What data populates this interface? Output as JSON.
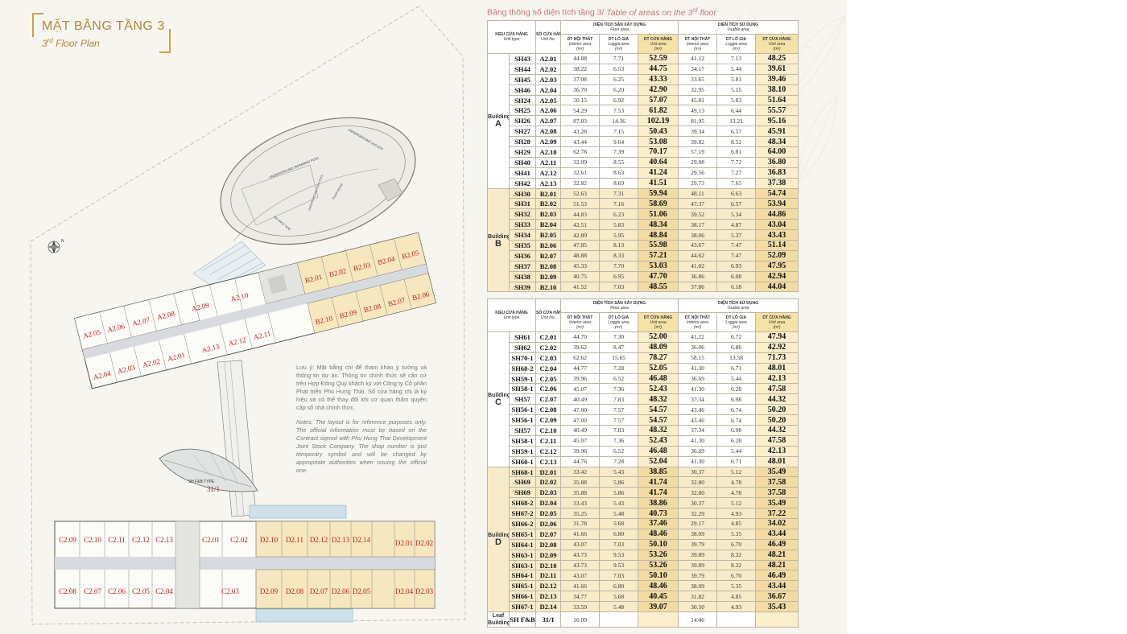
{
  "title": {
    "main": "MẶT BẰNG TẦNG 3",
    "sub_ordinal": "3",
    "sub_sup": "rd",
    "sub_rest": " Floor Plan"
  },
  "table_title": {
    "vi": "Bảng thông số diện tích tầng 3/ ",
    "en_a": "Table of areas on the 3",
    "en_sup": "rd",
    "en_b": " floor"
  },
  "notes": {
    "vi": "Lưu ý: Mặt bằng chỉ để tham khảo ý tưởng và thông tin dự án. Thông tin chính thức sẽ căn cứ trên Hợp Đồng Quý khách ký với Công ty Cổ phần Phát triển Phú Hưng Thái. Số cửa hàng chỉ là ký hiệu và có thể thay đổi khi cơ quan thẩm quyền cấp số nhà chính thức.",
    "en": "Notes: The layout is for reference purposes only. The official information must be based on the Contract signed with Phu Hung Thai Development Joint Stock Company. The shop number is just temporary symbol and will be changed by appropriate authorities when issuing the official one."
  },
  "headers": {
    "unit_type_vi": "KIỂU CỬA HÀNG",
    "unit_type_en": "Unit type",
    "unit_no_vi": "SỐ CỬA HÀNG",
    "unit_no_en": "Unit No.",
    "floor_area_vi": "DIỆN TÍCH SÀN XÂY DỰNG",
    "floor_area_en": "Floor area",
    "usable_area_vi": "DIỆN TÍCH SỬ DỤNG",
    "usable_area_en": "Usable area",
    "interior_vi": "DT NỘI THẤT",
    "interior_en": "Interior area",
    "interior_unit": "(m²)",
    "loggia_vi": "DT LÔ GIA",
    "loggia_en": "Loggia area",
    "loggia_unit": "(m²)",
    "unit_area_vi": "DT CỬA HÀNG",
    "unit_area_en": "Unit area",
    "unit_area_unit": "(m²)"
  },
  "plan_labels": {
    "underground_pool": "UNDERGROUND SWIMMING POOL",
    "underground_kids_pool": "UNDERGROUND KIDS POOL",
    "underground_jacuzzi": "UNDERGROUND JACUZZI",
    "balance_tank": "BALANCE TANK",
    "pump_room": "PUMP ROOM",
    "fb_type": "SH F&B TYPE",
    "fb_no": "31/1",
    "north": "N"
  },
  "table1": {
    "groups": [
      {
        "building_label": "Building",
        "building_letter": "A",
        "alt": false,
        "rows": [
          {
            "type": "SH43",
            "no": "A2.01",
            "fi": "44.88",
            "fl": "7.71",
            "ft": "52.59",
            "ui": "41.12",
            "ul": "7.13",
            "ut": "48.25"
          },
          {
            "type": "SH44",
            "no": "A2.02",
            "fi": "38.22",
            "fl": "6.53",
            "ft": "44.75",
            "ui": "34.17",
            "ul": "5.44",
            "ut": "39.61"
          },
          {
            "type": "SH45",
            "no": "A2.03",
            "fi": "37.08",
            "fl": "6.25",
            "ft": "43.33",
            "ui": "33.65",
            "ul": "5.81",
            "ut": "39.46"
          },
          {
            "type": "SH46",
            "no": "A2.04",
            "fi": "36.70",
            "fl": "6.20",
            "ft": "42.90",
            "ui": "32.95",
            "ul": "5.15",
            "ut": "38.10"
          },
          {
            "type": "SH24",
            "no": "A2.05",
            "fi": "50.15",
            "fl": "6.92",
            "ft": "57.07",
            "ui": "45.81",
            "ul": "5.83",
            "ut": "51.64"
          },
          {
            "type": "SH25",
            "no": "A2.06",
            "fi": "54.29",
            "fl": "7.53",
            "ft": "61.82",
            "ui": "49.13",
            "ul": "6.44",
            "ut": "55.57"
          },
          {
            "type": "SH26",
            "no": "A2.07",
            "fi": "87.83",
            "fl": "14.36",
            "ft": "102.19",
            "ui": "81.95",
            "ul": "13.21",
            "ut": "95.16"
          },
          {
            "type": "SH27",
            "no": "A2.08",
            "fi": "43.28",
            "fl": "7.15",
            "ft": "50.43",
            "ui": "39.34",
            "ul": "6.57",
            "ut": "45.91"
          },
          {
            "type": "SH28",
            "no": "A2.09",
            "fi": "43.44",
            "fl": "9.64",
            "ft": "53.08",
            "ui": "39.82",
            "ul": "8.52",
            "ut": "48.34"
          },
          {
            "type": "SH29",
            "no": "A2.10",
            "fi": "62.78",
            "fl": "7.39",
            "ft": "70.17",
            "ui": "57.19",
            "ul": "6.81",
            "ut": "64.00"
          },
          {
            "type": "SH40",
            "no": "A2.11",
            "fi": "32.09",
            "fl": "8.55",
            "ft": "40.64",
            "ui": "29.08",
            "ul": "7.72",
            "ut": "36.80"
          },
          {
            "type": "SH41",
            "no": "A2.12",
            "fi": "32.61",
            "fl": "8.63",
            "ft": "41.24",
            "ui": "29.56",
            "ul": "7.27",
            "ut": "36.83"
          },
          {
            "type": "SH42",
            "no": "A2.13",
            "fi": "32.82",
            "fl": "8.69",
            "ft": "41.51",
            "ui": "29.73",
            "ul": "7.65",
            "ut": "37.38"
          }
        ]
      },
      {
        "building_label": "Building",
        "building_letter": "B",
        "alt": true,
        "rows": [
          {
            "type": "SH30",
            "no": "B2.01",
            "fi": "52.63",
            "fl": "7.31",
            "ft": "59.94",
            "ui": "48.11",
            "ul": "6.63",
            "ut": "54.74"
          },
          {
            "type": "SH31",
            "no": "B2.02",
            "fi": "51.53",
            "fl": "7.16",
            "ft": "58.69",
            "ui": "47.37",
            "ul": "6.57",
            "ut": "53.94"
          },
          {
            "type": "SH32",
            "no": "B2.03",
            "fi": "44.83",
            "fl": "6.23",
            "ft": "51.06",
            "ui": "39.52",
            "ul": "5.34",
            "ut": "44.86"
          },
          {
            "type": "SH33",
            "no": "B2.04",
            "fi": "42.51",
            "fl": "5.83",
            "ft": "48.34",
            "ui": "38.17",
            "ul": "4.87",
            "ut": "43.04"
          },
          {
            "type": "SH34",
            "no": "B2.05",
            "fi": "42.89",
            "fl": "5.95",
            "ft": "48.84",
            "ui": "38.06",
            "ul": "5.37",
            "ut": "43.43"
          },
          {
            "type": "SH35",
            "no": "B2.06",
            "fi": "47.85",
            "fl": "8.13",
            "ft": "55.98",
            "ui": "43.67",
            "ul": "7.47",
            "ut": "51.14"
          },
          {
            "type": "SH36",
            "no": "B2.07",
            "fi": "48.88",
            "fl": "8.33",
            "ft": "57.21",
            "ui": "44.62",
            "ul": "7.47",
            "ut": "52.09"
          },
          {
            "type": "SH37",
            "no": "B2.08",
            "fi": "45.33",
            "fl": "7.70",
            "ft": "53.03",
            "ui": "41.02",
            "ul": "6.93",
            "ut": "47.95"
          },
          {
            "type": "SH38",
            "no": "B2.09",
            "fi": "40.75",
            "fl": "6.95",
            "ft": "47.70",
            "ui": "36.86",
            "ul": "6.08",
            "ut": "42.94"
          },
          {
            "type": "SH39",
            "no": "B2.10",
            "fi": "41.52",
            "fl": "7.03",
            "ft": "48.55",
            "ui": "37.86",
            "ul": "6.18",
            "ut": "44.04"
          }
        ]
      }
    ]
  },
  "table2": {
    "groups": [
      {
        "building_label": "Building",
        "building_letter": "C",
        "alt": false,
        "rows": [
          {
            "type": "SH61",
            "no": "C2.01",
            "fi": "44.70",
            "fl": "7.30",
            "ft": "52.00",
            "ui": "41.22",
            "ul": "6.72",
            "ut": "47.94"
          },
          {
            "type": "SH62",
            "no": "C2.02",
            "fi": "39.62",
            "fl": "8.47",
            "ft": "48.09",
            "ui": "36.06",
            "ul": "6.86",
            "ut": "42.92"
          },
          {
            "type": "SH70-1",
            "no": "C2.03",
            "fi": "62.62",
            "fl": "15.65",
            "ft": "78.27",
            "ui": "58.15",
            "ul": "13.58",
            "ut": "71.73"
          },
          {
            "type": "SH60-2",
            "no": "C2.04",
            "fi": "44.77",
            "fl": "7.28",
            "ft": "52.05",
            "ui": "41.30",
            "ul": "6.71",
            "ut": "48.01"
          },
          {
            "type": "SH59-1",
            "no": "C2.05",
            "fi": "39.96",
            "fl": "6.52",
            "ft": "46.48",
            "ui": "36.69",
            "ul": "5.44",
            "ut": "42.13"
          },
          {
            "type": "SH58-1",
            "no": "C2.06",
            "fi": "45.07",
            "fl": "7.36",
            "ft": "52.43",
            "ui": "41.30",
            "ul": "6.28",
            "ut": "47.58"
          },
          {
            "type": "SH57",
            "no": "C2.07",
            "fi": "40.49",
            "fl": "7.83",
            "ft": "48.32",
            "ui": "37.34",
            "ul": "6.98",
            "ut": "44.32"
          },
          {
            "type": "SH56-1",
            "no": "C2.08",
            "fi": "47.00",
            "fl": "7.57",
            "ft": "54.57",
            "ui": "43.46",
            "ul": "6.74",
            "ut": "50.20"
          },
          {
            "type": "SH56-1",
            "no": "C2.09",
            "fi": "47.00",
            "fl": "7.57",
            "ft": "54.57",
            "ui": "43.46",
            "ul": "6.74",
            "ut": "50.20"
          },
          {
            "type": "SH57",
            "no": "C2.10",
            "fi": "40.49",
            "fl": "7.83",
            "ft": "48.32",
            "ui": "37.34",
            "ul": "6.98",
            "ut": "44.32"
          },
          {
            "type": "SH58-1",
            "no": "C2.11",
            "fi": "45.07",
            "fl": "7.36",
            "ft": "52.43",
            "ui": "41.30",
            "ul": "6.28",
            "ut": "47.58"
          },
          {
            "type": "SH59-1",
            "no": "C2.12",
            "fi": "39.96",
            "fl": "6.52",
            "ft": "46.48",
            "ui": "36.69",
            "ul": "5.44",
            "ut": "42.13"
          },
          {
            "type": "SH60-1",
            "no": "C2.13",
            "fi": "44.76",
            "fl": "7.28",
            "ft": "52.04",
            "ui": "41.30",
            "ul": "6.71",
            "ut": "48.01"
          }
        ]
      },
      {
        "building_label": "Building",
        "building_letter": "D",
        "alt": true,
        "rows": [
          {
            "type": "SH68-1",
            "no": "D2.01",
            "fi": "33.42",
            "fl": "5.43",
            "ft": "38.85",
            "ui": "30.37",
            "ul": "5.12",
            "ut": "35.49"
          },
          {
            "type": "SH69",
            "no": "D2.02",
            "fi": "35.88",
            "fl": "5.86",
            "ft": "41.74",
            "ui": "32.80",
            "ul": "4.78",
            "ut": "37.58"
          },
          {
            "type": "SH69",
            "no": "D2.03",
            "fi": "35.88",
            "fl": "5.86",
            "ft": "41.74",
            "ui": "32.80",
            "ul": "4.78",
            "ut": "37.58"
          },
          {
            "type": "SH68-2",
            "no": "D2.04",
            "fi": "33.43",
            "fl": "5.43",
            "ft": "38.86",
            "ui": "30.37",
            "ul": "5.12",
            "ut": "35.49"
          },
          {
            "type": "SH67-2",
            "no": "D2.05",
            "fi": "35.25",
            "fl": "5.48",
            "ft": "40.73",
            "ui": "32.29",
            "ul": "4.93",
            "ut": "37.22"
          },
          {
            "type": "SH66-2",
            "no": "D2.06",
            "fi": "31.78",
            "fl": "5.68",
            "ft": "37.46",
            "ui": "29.17",
            "ul": "4.85",
            "ut": "34.02"
          },
          {
            "type": "SH65-1",
            "no": "D2.07",
            "fi": "41.66",
            "fl": "6.80",
            "ft": "48.46",
            "ui": "38.09",
            "ul": "5.35",
            "ut": "43.44"
          },
          {
            "type": "SH64-1",
            "no": "D2.08",
            "fi": "43.07",
            "fl": "7.03",
            "ft": "50.10",
            "ui": "39.79",
            "ul": "6.70",
            "ut": "46.49"
          },
          {
            "type": "SH63-1",
            "no": "D2.09",
            "fi": "43.73",
            "fl": "9.53",
            "ft": "53.26",
            "ui": "39.89",
            "ul": "8.32",
            "ut": "48.21"
          },
          {
            "type": "SH63-1",
            "no": "D2.10",
            "fi": "43.73",
            "fl": "9.53",
            "ft": "53.26",
            "ui": "39.89",
            "ul": "8.32",
            "ut": "48.21"
          },
          {
            "type": "SH64-1",
            "no": "D2.11",
            "fi": "43.07",
            "fl": "7.03",
            "ft": "50.10",
            "ui": "39.79",
            "ul": "6.70",
            "ut": "46.49"
          },
          {
            "type": "SH65-1",
            "no": "D2.12",
            "fi": "41.66",
            "fl": "6.80",
            "ft": "48.46",
            "ui": "38.09",
            "ul": "5.35",
            "ut": "43.44"
          },
          {
            "type": "SH66-1",
            "no": "D2.13",
            "fi": "34.77",
            "fl": "5.68",
            "ft": "40.45",
            "ui": "31.82",
            "ul": "4.85",
            "ut": "36.67"
          },
          {
            "type": "SH67-1",
            "no": "D2.14",
            "fi": "33.59",
            "fl": "5.48",
            "ft": "39.07",
            "ui": "30.50",
            "ul": "4.93",
            "ut": "35.43"
          }
        ]
      },
      {
        "building_label": "Leaf",
        "building_letter": "Building",
        "alt": false,
        "leaf": true,
        "rows": [
          {
            "type": "SH F&B",
            "no": "31/1",
            "fi": "16.09",
            "fl": "",
            "ft": "",
            "ui": "14.46",
            "ul": "",
            "ut": ""
          }
        ]
      }
    ]
  },
  "plan_units": {
    "a": [
      "A2.05",
      "A2.06",
      "A2.07",
      "A2.08",
      "A2.09",
      "A2.10",
      "A2.04",
      "A2.03",
      "A2.02",
      "A2.01",
      "A2.13",
      "A2.12",
      "A2.11"
    ],
    "b": [
      "B2.01",
      "B2.02",
      "B2.03",
      "B2.04",
      "B2.05",
      "B2.06",
      "B2.07",
      "B2.08",
      "B2.09",
      "B2.10"
    ],
    "c_top": [
      "C2.09",
      "C2.10",
      "C2.11",
      "C2.12",
      "C2.13",
      "C2.01",
      "C2.02"
    ],
    "c_bot": [
      "C2.08",
      "C2.07",
      "C2.06",
      "C2.05",
      "C2.04",
      "C2.03"
    ],
    "d_top": [
      "D2.10",
      "D2.11",
      "D2.12",
      "D2.13",
      "D2.14",
      "D2.01",
      "D2.02"
    ],
    "d_bot": [
      "D2.09",
      "D2.08",
      "D2.07",
      "D2.06",
      "D2.05",
      "D2.04",
      "D2.03"
    ],
    "type_word": "TYPE"
  }
}
